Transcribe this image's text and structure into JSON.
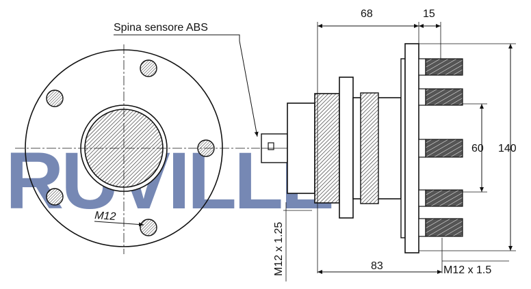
{
  "watermark": {
    "text": "RUVILLE",
    "color": "#5f74a8"
  },
  "labels": {
    "abs_sensor": "Spina sensore ABS",
    "flange_bolt": "M12",
    "sensor_thread": "M12 x 1.25",
    "stud_thread": "M12 x 1.5"
  },
  "dimensions": {
    "width_68": "68",
    "width_15": "15",
    "length_83": "83",
    "diameter_60": "60",
    "diameter_140": "140"
  }
}
